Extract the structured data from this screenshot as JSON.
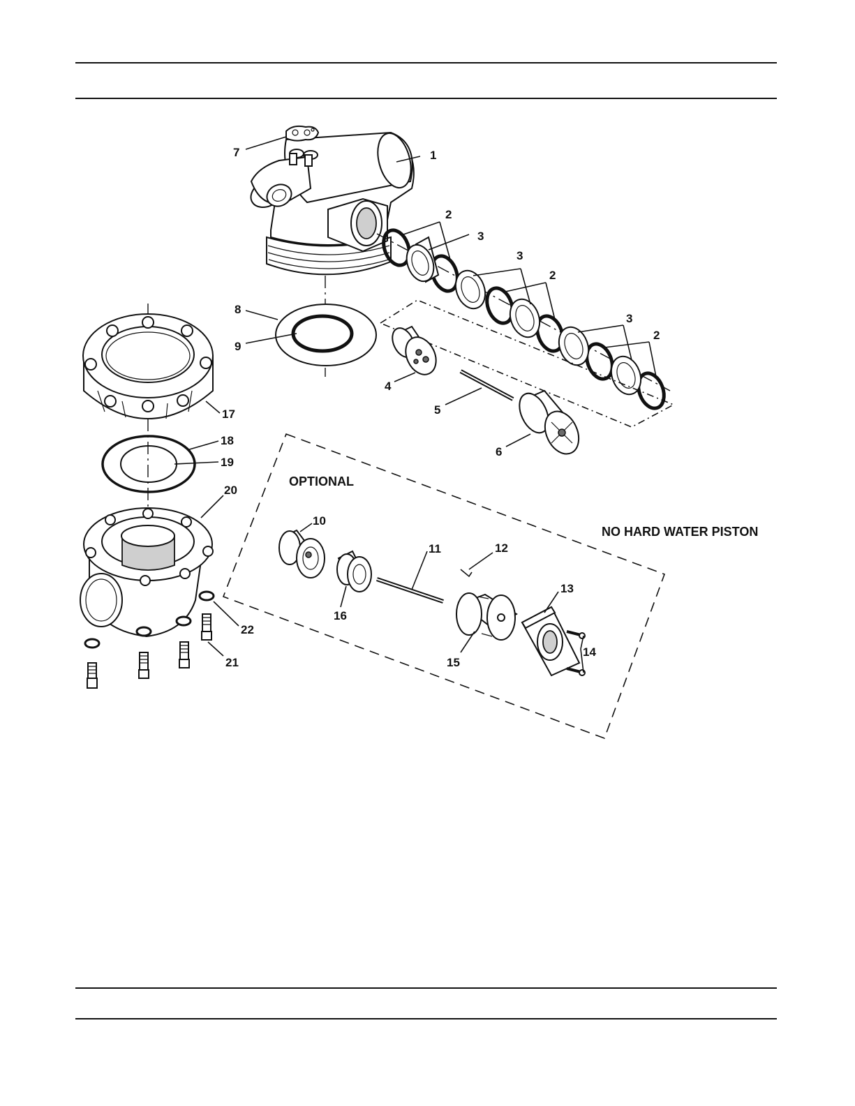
{
  "callouts": {
    "c1": "1",
    "c2a": "2",
    "c2b": "2",
    "c2c": "2",
    "c3a": "3",
    "c3b": "3",
    "c3c": "3",
    "c4": "4",
    "c5": "5",
    "c6": "6",
    "c7": "7",
    "c8": "8",
    "c9": "9",
    "c10": "10",
    "c11": "11",
    "c12": "12",
    "c13": "13",
    "c14": "14",
    "c15": "15",
    "c16": "16",
    "c17": "17",
    "c18": "18",
    "c19": "19",
    "c20": "20",
    "c21": "21",
    "c22": "22"
  },
  "labels": {
    "optional": "OPTIONAL",
    "no_hard_water": "NO HARD WATER PISTON"
  }
}
